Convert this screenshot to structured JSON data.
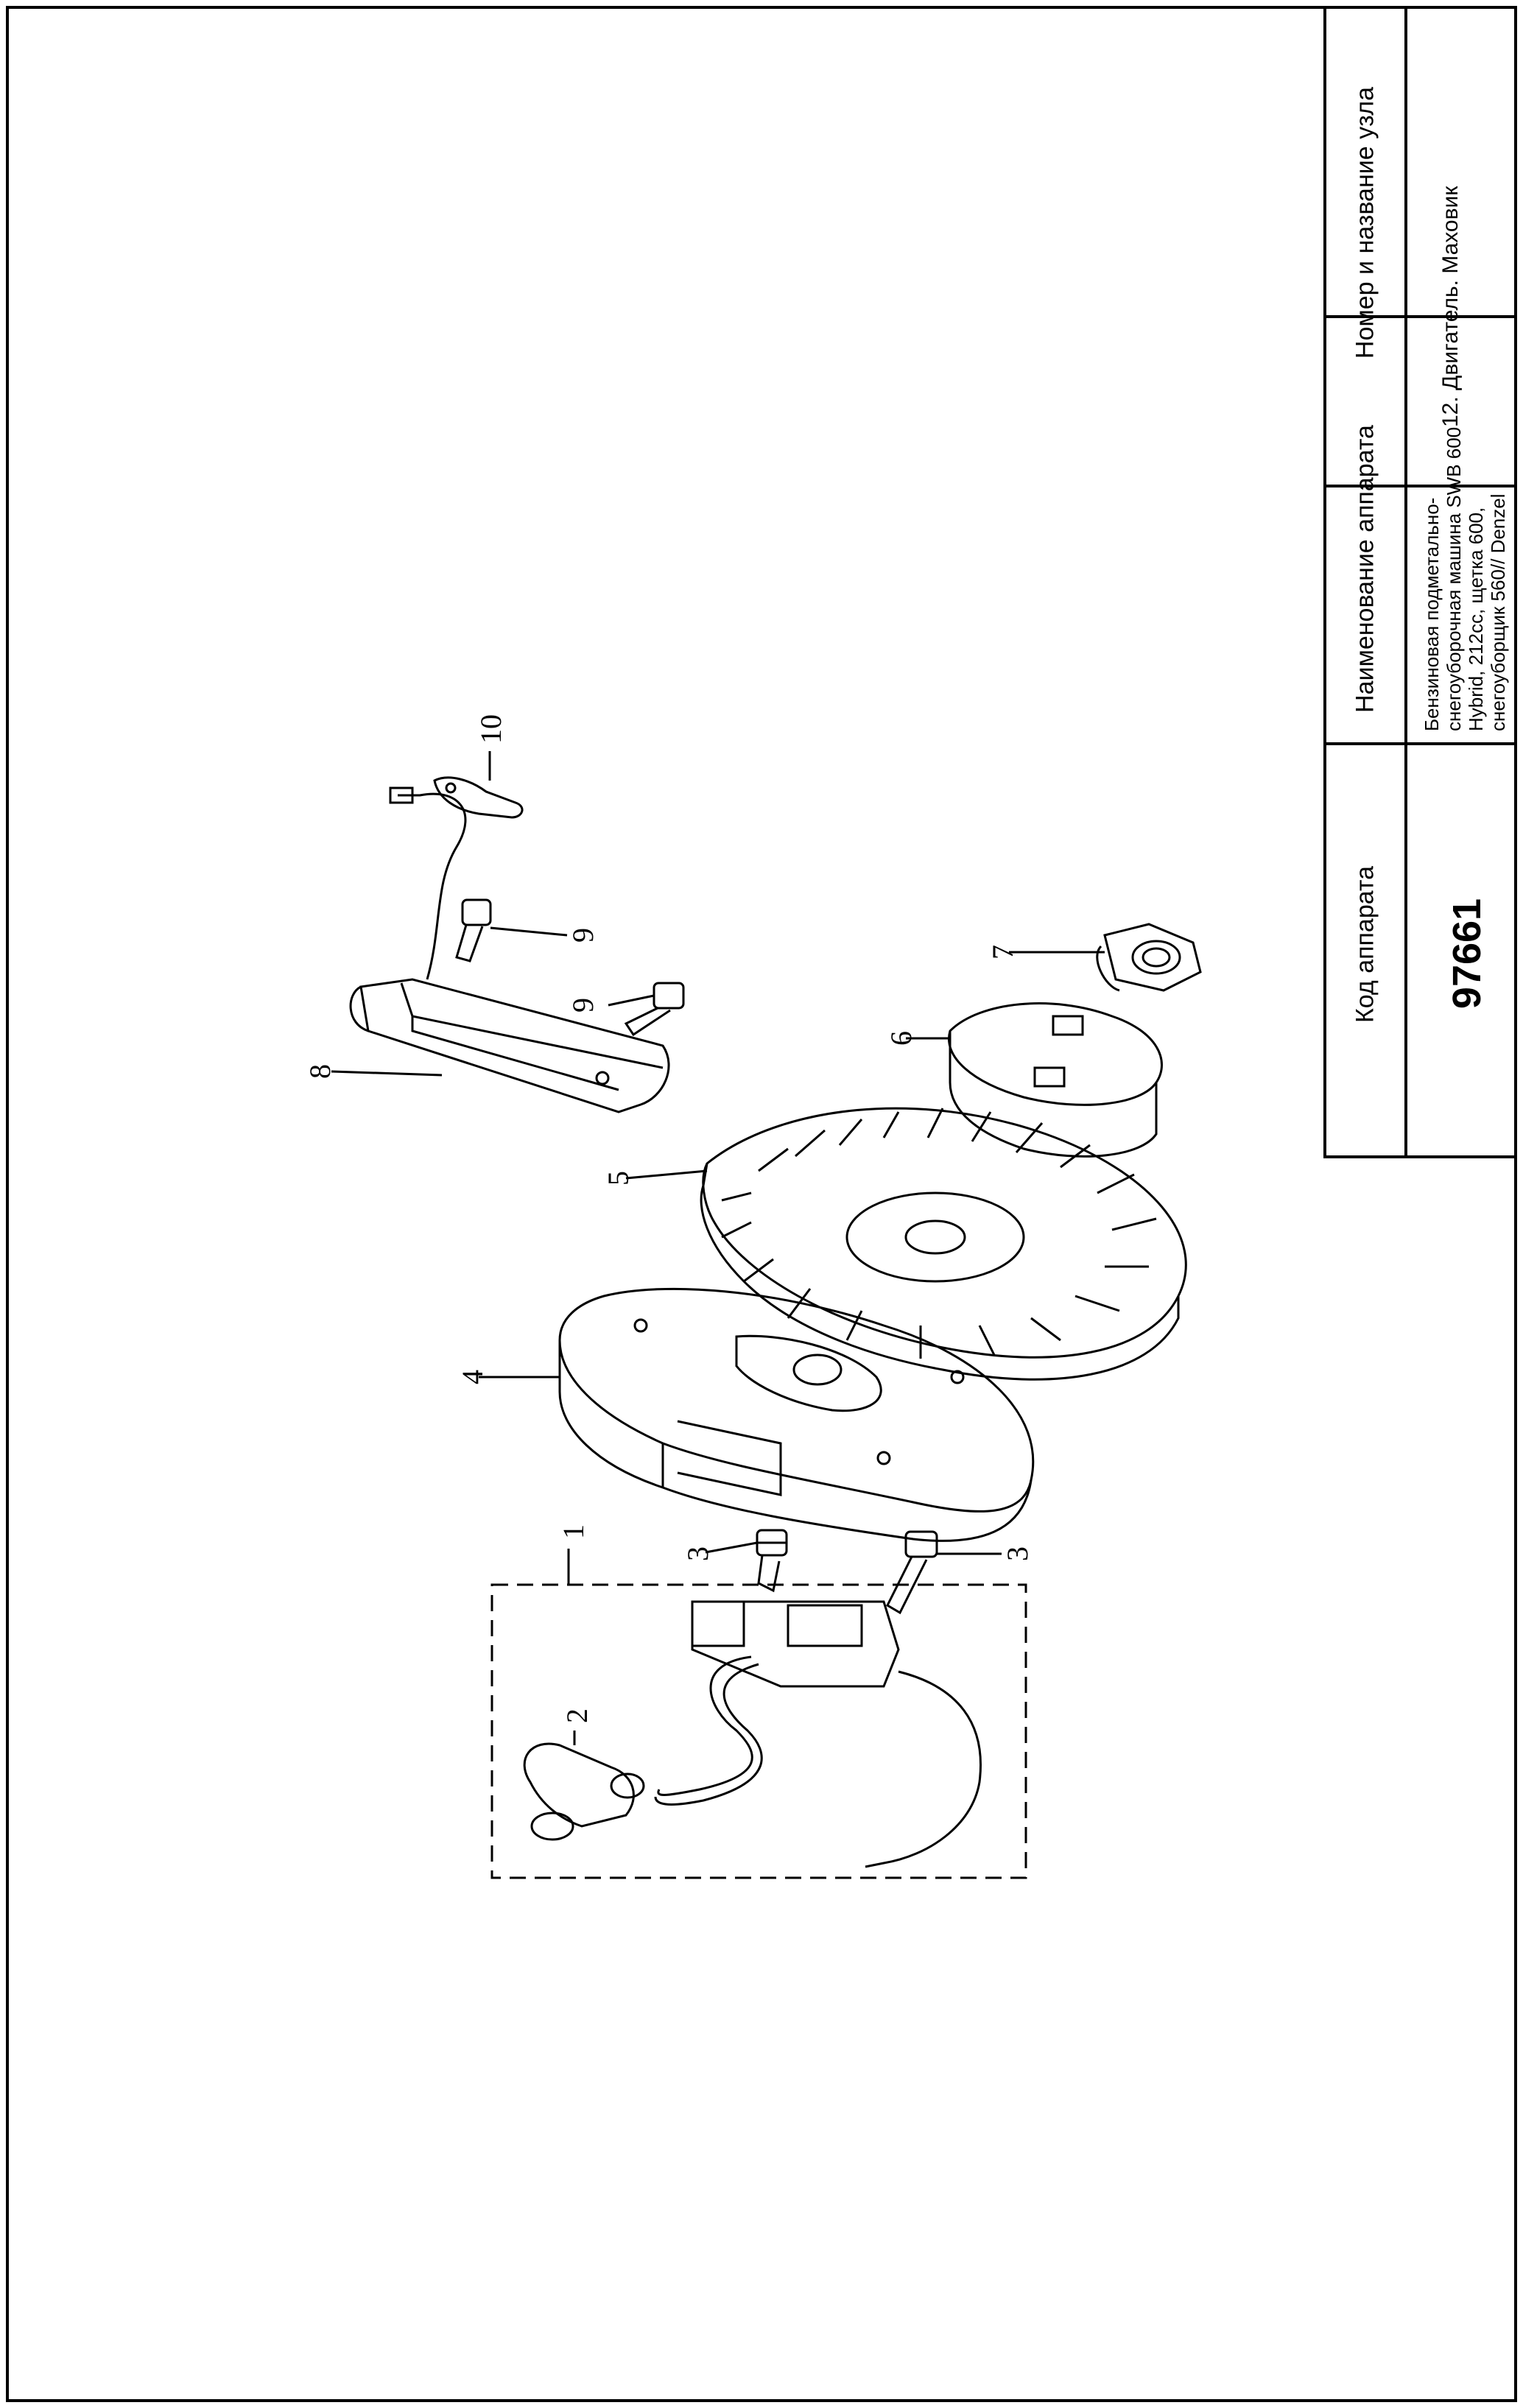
{
  "title_block": {
    "code_header": "Код аппарата",
    "code_value": "97661",
    "name_header": "Наименование аппарата",
    "name_value_lines": [
      "Бензиновая подметально-",
      "снегоуборочная машина SWB 600",
      "Hybrid, 212cc, щетка 600,",
      "снегоуборщик 560// Denzel"
    ],
    "unit_header": "Номер и название узла",
    "unit_value": "12. Двигатель. Маховик"
  },
  "callouts": [
    "1",
    "2",
    "3",
    "3",
    "4",
    "5",
    "6",
    "7",
    "8",
    "9",
    "9",
    "10"
  ]
}
